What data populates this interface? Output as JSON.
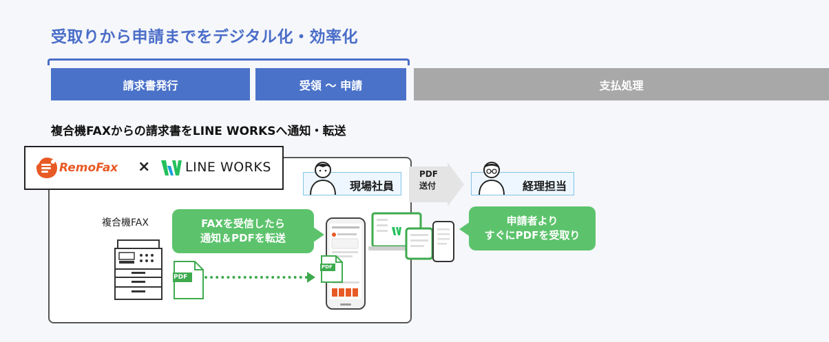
{
  "title": "受取りから申請までをデジタル化・効率化",
  "phases": [
    {
      "label": "請求書発行"
    },
    {
      "label": "受領 ～ 申請"
    },
    {
      "label": "支払処理"
    }
  ],
  "subtitle": "複合機FAXからの請求書をLINE WORKSへ通知・転送",
  "logos": {
    "remofax": "RemoFax",
    "times": "×",
    "lineworks": "LINE WORKS"
  },
  "roles": {
    "field_staff": "現場社員",
    "accounting": "経理担当"
  },
  "transfer_label": {
    "line1": "PDF",
    "line2": "送付"
  },
  "callouts": {
    "fax_receive": {
      "line1": "FAXを受信したら",
      "line2": "通知＆PDFを転送"
    },
    "accounting_receive": {
      "line1": "申請者より",
      "line2": "すぐにPDFを受取り"
    }
  },
  "fax_label": "複合機FAX",
  "pdf_label": "PDF",
  "colors": {
    "accent_blue": "#4a72c9",
    "title_blue": "#4a6dc8",
    "inactive_grey": "#a8a8a8",
    "green": "#5cc36c",
    "remofax_orange": "#e85a24",
    "lineworks_green": "#23c05b"
  },
  "icons": [
    "remofax-logo-icon",
    "lineworks-logo-icon",
    "person-icon",
    "fax-machine-icon",
    "pdf-document-icon",
    "smartphone-icon",
    "laptop-icon",
    "tablet-icon"
  ]
}
